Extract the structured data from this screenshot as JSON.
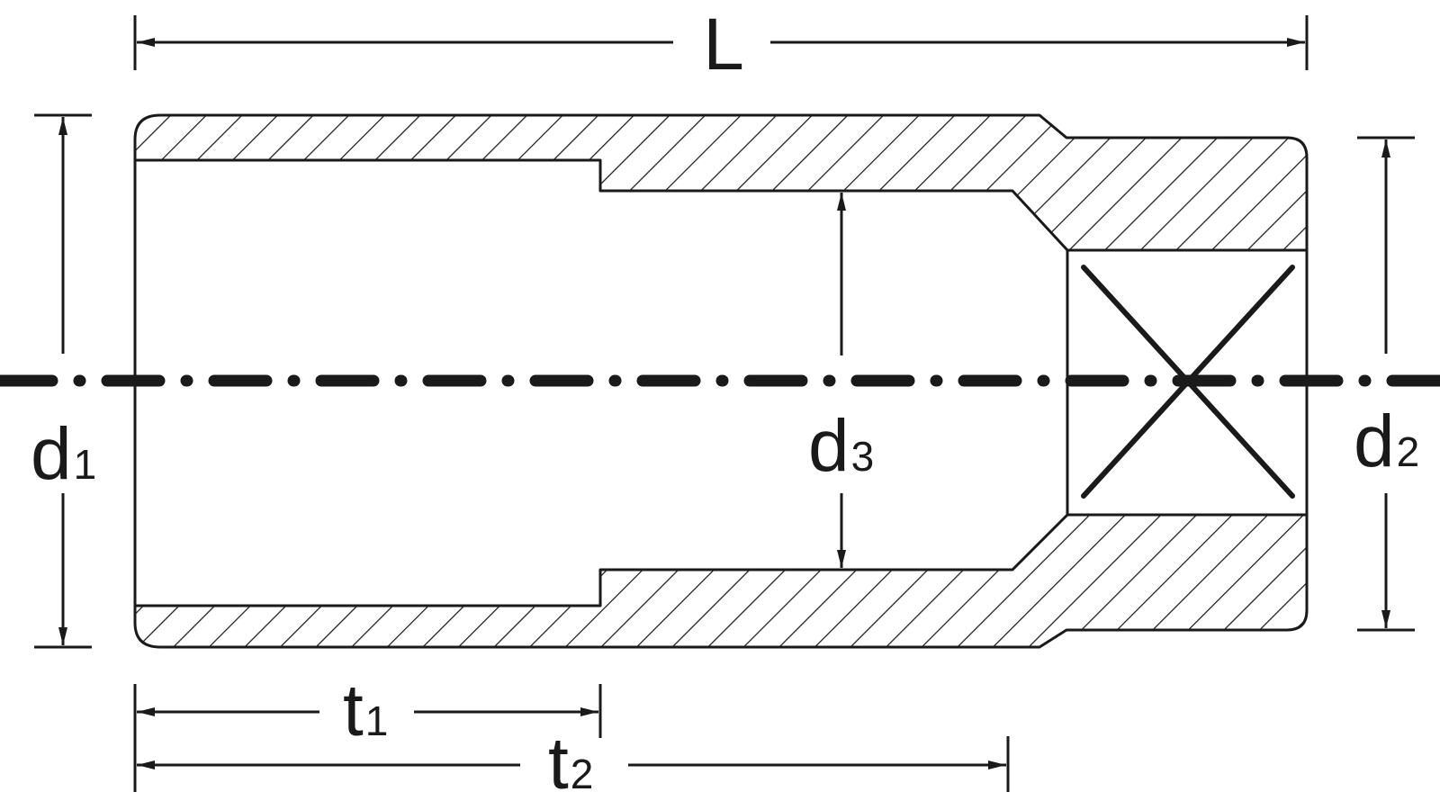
{
  "dimensions": {
    "length": "L",
    "outer_diameter_drive": {
      "main": "d",
      "sub": "1"
    },
    "outer_diameter_square": {
      "main": "d",
      "sub": "2"
    },
    "bore_diameter": {
      "main": "d",
      "sub": "3"
    },
    "depth_step": {
      "main": "t",
      "sub": "1"
    },
    "depth_total": {
      "main": "t",
      "sub": "2"
    }
  },
  "colors": {
    "line": "#1a1a1a",
    "background": "#ffffff"
  }
}
